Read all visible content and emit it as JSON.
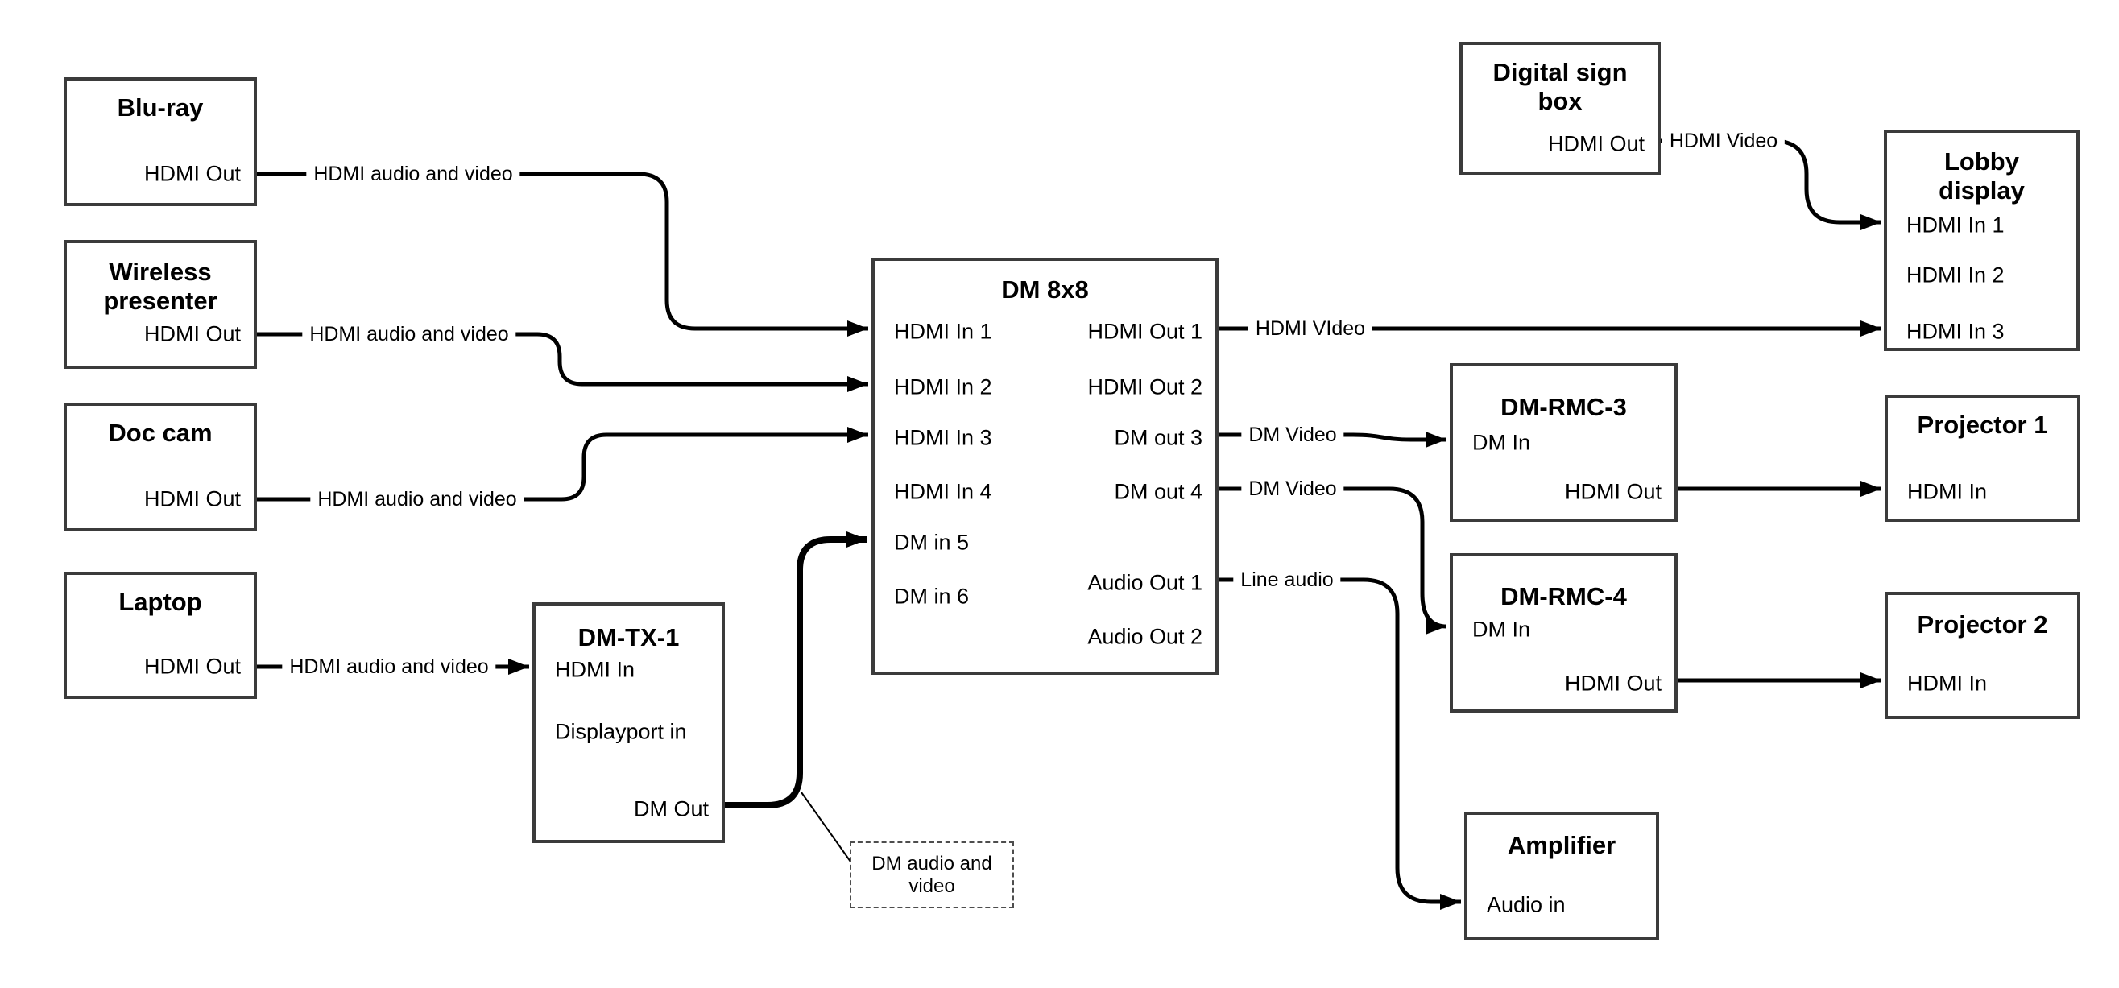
{
  "nodes": {
    "bluray": {
      "title": "Blu-ray",
      "ports": {
        "hdmi_out": "HDMI Out"
      }
    },
    "wireless": {
      "title": "Wireless\npresenter",
      "ports": {
        "hdmi_out": "HDMI Out"
      }
    },
    "doc_cam": {
      "title": "Doc cam",
      "ports": {
        "hdmi_out": "HDMI Out"
      }
    },
    "laptop": {
      "title": "Laptop",
      "ports": {
        "hdmi_out": "HDMI Out"
      }
    },
    "dm_tx_1": {
      "title": "DM-TX-1",
      "ports": {
        "hdmi_in": "HDMI In",
        "displayport_in": "Displayport in",
        "dm_out": "DM Out"
      }
    },
    "dm_8x8": {
      "title": "DM 8x8",
      "ports": {
        "hdmi_in_1": "HDMI In 1",
        "hdmi_in_2": "HDMI In 2",
        "hdmi_in_3": "HDMI In 3",
        "hdmi_in_4": "HDMI In 4",
        "dm_in_5": "DM in 5",
        "dm_in_6": "DM in 6",
        "hdmi_out_1": "HDMI Out 1",
        "hdmi_out_2": "HDMI Out 2",
        "dm_out_3": "DM out 3",
        "dm_out_4": "DM out 4",
        "audio_out_1": "Audio Out 1",
        "audio_out_2": "Audio Out 2"
      }
    },
    "digital_sign": {
      "title": "Digital sign\nbox",
      "ports": {
        "hdmi_out": "HDMI Out"
      }
    },
    "lobby_display": {
      "title": "Lobby\ndisplay",
      "ports": {
        "hdmi_in_1": "HDMI In 1",
        "hdmi_in_2": "HDMI In 2",
        "hdmi_in_3": "HDMI In 3"
      }
    },
    "dm_rmc_3": {
      "title": "DM-RMC-3",
      "ports": {
        "dm_in": "DM In",
        "hdmi_out": "HDMI Out"
      }
    },
    "projector_1": {
      "title": "Projector 1",
      "ports": {
        "hdmi_in": "HDMI In"
      }
    },
    "dm_rmc_4": {
      "title": "DM-RMC-4",
      "ports": {
        "dm_in": "DM In",
        "hdmi_out": "HDMI Out"
      }
    },
    "projector_2": {
      "title": "Projector 2",
      "ports": {
        "hdmi_in": "HDMI In"
      }
    },
    "amplifier": {
      "title": "Amplifier",
      "ports": {
        "audio_in": "Audio in"
      }
    }
  },
  "edge_labels": {
    "bluray_to_dm8x8": "HDMI audio and video",
    "wireless_to_dm8x8": "HDMI audio and video",
    "doccam_to_dm8x8": "HDMI audio and video",
    "laptop_to_tx": "HDMI audio and video",
    "hdmi_out_1": "HDMI VIdeo",
    "dm_out_3": "DM Video",
    "dm_out_4": "DM Video",
    "audio_out_1": "Line audio",
    "sign_to_lobby": "HDMI Video"
  },
  "annotation": {
    "text": "DM audio and\nvideo"
  },
  "colors": {
    "line": "#000000",
    "box_border": "#3b3b3b",
    "text": "#000000",
    "background": "#ffffff"
  }
}
